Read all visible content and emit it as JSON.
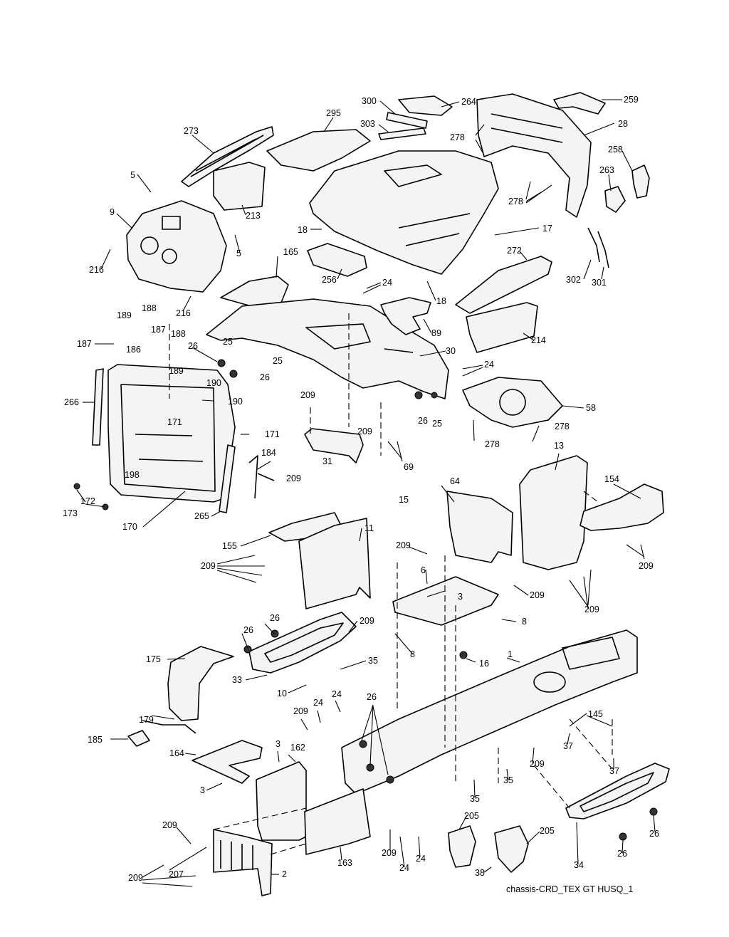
{
  "diagram": {
    "caption": "chassis-CRD_TEX GT HUSQ_1",
    "callouts": [
      {
        "id": "c300",
        "text": "300"
      },
      {
        "id": "c264",
        "text": "264"
      },
      {
        "id": "c259",
        "text": "259"
      },
      {
        "id": "c295",
        "text": "295"
      },
      {
        "id": "c303",
        "text": "303"
      },
      {
        "id": "c278a",
        "text": "278"
      },
      {
        "id": "c28",
        "text": "28"
      },
      {
        "id": "c273",
        "text": "273"
      },
      {
        "id": "c258",
        "text": "258"
      },
      {
        "id": "c263",
        "text": "263"
      },
      {
        "id": "c5a",
        "text": "5"
      },
      {
        "id": "c278b",
        "text": "278"
      },
      {
        "id": "c9",
        "text": "9"
      },
      {
        "id": "c213",
        "text": "213"
      },
      {
        "id": "c18a",
        "text": "18"
      },
      {
        "id": "c17",
        "text": "17"
      },
      {
        "id": "c5b",
        "text": "5"
      },
      {
        "id": "c272",
        "text": "272"
      },
      {
        "id": "c216a",
        "text": "216"
      },
      {
        "id": "c165",
        "text": "165"
      },
      {
        "id": "c302",
        "text": "302"
      },
      {
        "id": "c301",
        "text": "301"
      },
      {
        "id": "c256",
        "text": "256"
      },
      {
        "id": "c24a",
        "text": "24"
      },
      {
        "id": "c216b",
        "text": "216"
      },
      {
        "id": "c18b",
        "text": "18"
      },
      {
        "id": "c188a",
        "text": "188"
      },
      {
        "id": "c189a",
        "text": "189"
      },
      {
        "id": "c89",
        "text": "89"
      },
      {
        "id": "c187a",
        "text": "187"
      },
      {
        "id": "c188b",
        "text": "188"
      },
      {
        "id": "c214",
        "text": "214"
      },
      {
        "id": "c187b",
        "text": "187"
      },
      {
        "id": "c26a",
        "text": "26"
      },
      {
        "id": "c25a",
        "text": "25"
      },
      {
        "id": "c186",
        "text": "186"
      },
      {
        "id": "c30",
        "text": "30"
      },
      {
        "id": "c25b",
        "text": "25"
      },
      {
        "id": "c189b",
        "text": "189"
      },
      {
        "id": "c24b",
        "text": "24"
      },
      {
        "id": "c26b",
        "text": "26"
      },
      {
        "id": "c190a",
        "text": "190"
      },
      {
        "id": "c209a",
        "text": "209"
      },
      {
        "id": "c266",
        "text": "266"
      },
      {
        "id": "c190b",
        "text": "190"
      },
      {
        "id": "c58",
        "text": "58"
      },
      {
        "id": "c26c",
        "text": "26"
      },
      {
        "id": "c25c",
        "text": "25"
      },
      {
        "id": "c171a",
        "text": "171"
      },
      {
        "id": "c278c",
        "text": "278"
      },
      {
        "id": "c171b",
        "text": "171"
      },
      {
        "id": "c209b",
        "text": "209"
      },
      {
        "id": "c278d",
        "text": "278"
      },
      {
        "id": "c184",
        "text": "184"
      },
      {
        "id": "c13",
        "text": "13"
      },
      {
        "id": "c31",
        "text": "31"
      },
      {
        "id": "c69",
        "text": "69"
      },
      {
        "id": "c198",
        "text": "198"
      },
      {
        "id": "c64",
        "text": "64"
      },
      {
        "id": "c154",
        "text": "154"
      },
      {
        "id": "c172",
        "text": "172"
      },
      {
        "id": "c209c",
        "text": "209"
      },
      {
        "id": "c173",
        "text": "173"
      },
      {
        "id": "c15",
        "text": "15"
      },
      {
        "id": "c265",
        "text": "265"
      },
      {
        "id": "c170",
        "text": "170"
      },
      {
        "id": "c11",
        "text": "11"
      },
      {
        "id": "c155",
        "text": "155"
      },
      {
        "id": "c209d",
        "text": "209"
      },
      {
        "id": "c209e",
        "text": "209"
      },
      {
        "id": "c209f",
        "text": "209"
      },
      {
        "id": "c6",
        "text": "6"
      },
      {
        "id": "c3a",
        "text": "3"
      },
      {
        "id": "c209g",
        "text": "209"
      },
      {
        "id": "c209h",
        "text": "209"
      },
      {
        "id": "c26d",
        "text": "26"
      },
      {
        "id": "c209i",
        "text": "209"
      },
      {
        "id": "c8a",
        "text": "8"
      },
      {
        "id": "c26e",
        "text": "26"
      },
      {
        "id": "c8b",
        "text": "8"
      },
      {
        "id": "c1",
        "text": "1"
      },
      {
        "id": "c175",
        "text": "175"
      },
      {
        "id": "c35a",
        "text": "35"
      },
      {
        "id": "c16",
        "text": "16"
      },
      {
        "id": "c33",
        "text": "33"
      },
      {
        "id": "c10",
        "text": "10"
      },
      {
        "id": "c24c",
        "text": "24"
      },
      {
        "id": "c26f",
        "text": "26"
      },
      {
        "id": "c24d",
        "text": "24"
      },
      {
        "id": "c209j",
        "text": "209"
      },
      {
        "id": "c179",
        "text": "179"
      },
      {
        "id": "c145",
        "text": "145"
      },
      {
        "id": "c185",
        "text": "185"
      },
      {
        "id": "c3b",
        "text": "3"
      },
      {
        "id": "c162",
        "text": "162"
      },
      {
        "id": "c37a",
        "text": "37"
      },
      {
        "id": "c164",
        "text": "164"
      },
      {
        "id": "c209k",
        "text": "209"
      },
      {
        "id": "c37b",
        "text": "37"
      },
      {
        "id": "c3c",
        "text": "3"
      },
      {
        "id": "c35b",
        "text": "35"
      },
      {
        "id": "c35c",
        "text": "35"
      },
      {
        "id": "c205a",
        "text": "205"
      },
      {
        "id": "c209l",
        "text": "209"
      },
      {
        "id": "c26g",
        "text": "26"
      },
      {
        "id": "c205b",
        "text": "205"
      },
      {
        "id": "c26h",
        "text": "26"
      },
      {
        "id": "c209m",
        "text": "209"
      },
      {
        "id": "c24e",
        "text": "24"
      },
      {
        "id": "c163",
        "text": "163"
      },
      {
        "id": "c24f",
        "text": "24"
      },
      {
        "id": "c34",
        "text": "34"
      },
      {
        "id": "c207",
        "text": "207"
      },
      {
        "id": "c2",
        "text": "2"
      },
      {
        "id": "c209n",
        "text": "209"
      },
      {
        "id": "c38",
        "text": "38"
      }
    ]
  }
}
